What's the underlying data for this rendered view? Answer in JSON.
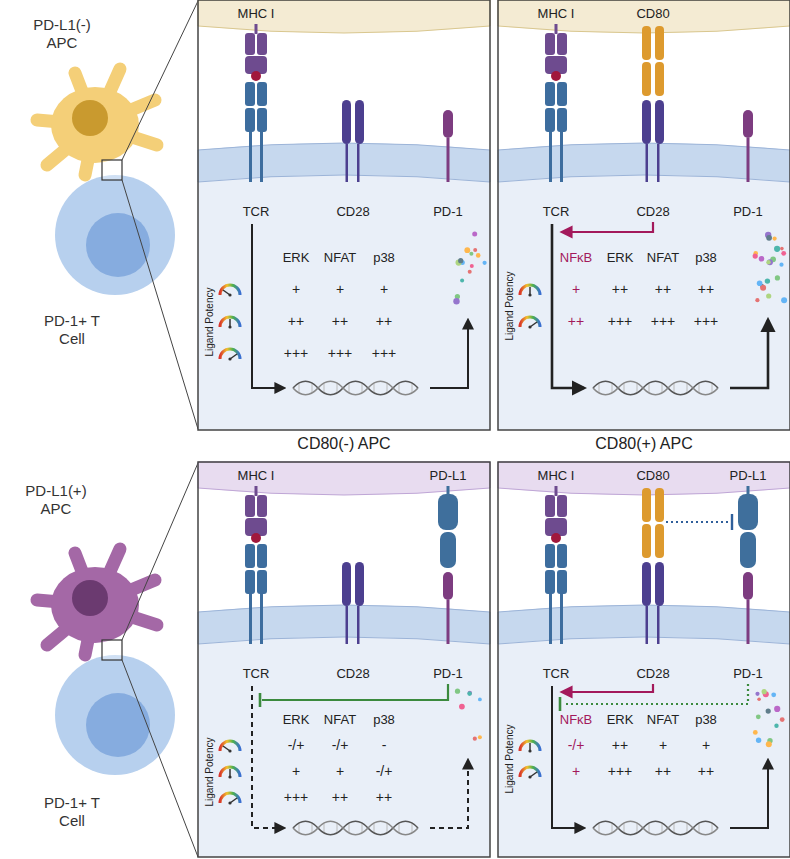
{
  "diagram": {
    "nodes": [
      {
        "text": [
          "PD-L1(-) APC"
        ]
      },
      {
        "text": [
          "PD-1+ T Cell"
        ]
      },
      {
        "text": [
          "PD-L1(+) APC"
        ]
      },
      {
        "text": [
          "PD-1+ T Cell"
        ]
      }
    ],
    "labels": [
      "MHC I",
      "TCR",
      "CD28",
      "PD-1",
      "Ligand Potency",
      "ERK",
      "NFAT",
      "p38",
      "+",
      "+",
      "+",
      "++",
      "++",
      "++",
      "+++",
      "+++",
      "+++",
      "MHC I",
      "CD80",
      "TCR",
      "CD28",
      "PD-1",
      "Ligand Potency",
      "NFκB",
      "ERK",
      "NFAT",
      "p38",
      "+",
      "++",
      "++",
      "++",
      "++",
      "+++",
      "+++",
      "+++",
      "CD80(-) APC",
      "CD80(+) APC",
      "MHC I",
      "PD-L1",
      "TCR",
      "CD28",
      "PD-1",
      "Ligand Potency",
      "ERK",
      "NFAT",
      "p38",
      "-/+",
      "-/+",
      "-",
      "+",
      "+",
      "-/+",
      "+++",
      "++",
      "++",
      "MHC I",
      "CD80",
      "PD-L1",
      "TCR",
      "CD28",
      "PD-1",
      "Ligand Potency",
      "NFκB",
      "ERK",
      "NFAT",
      "p38",
      "-/+",
      "++",
      "+",
      "+",
      "+",
      "+++",
      "++",
      "++"
    ]
  }
}
